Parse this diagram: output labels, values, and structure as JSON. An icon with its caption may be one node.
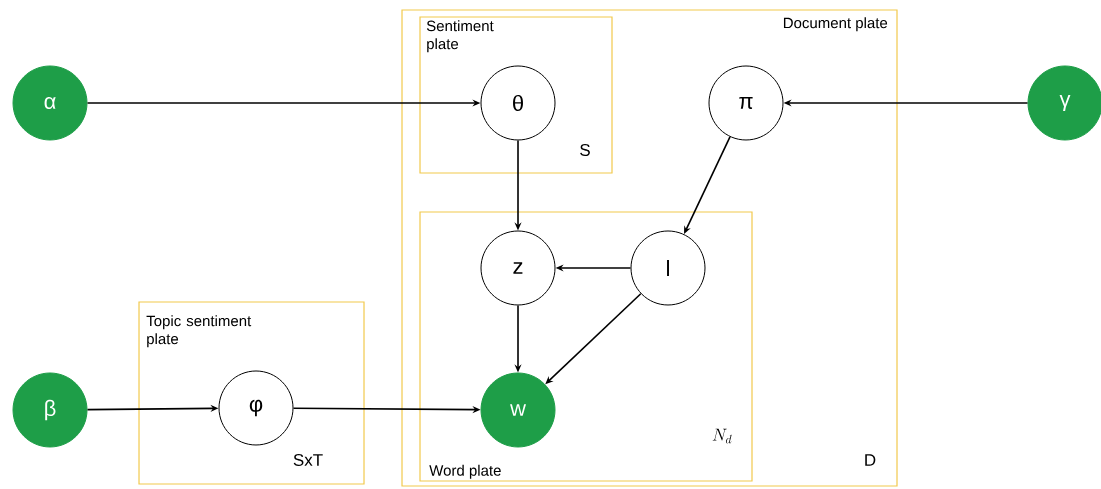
{
  "diagram": {
    "nodes": [
      {
        "text": [
          "Document plate",
          "D"
        ]
      },
      {
        "text": [
          "Sentiment plate",
          "S"
        ],
        "in": 0
      },
      {
        "text": [
          "Word plate",
          "N_d"
        ],
        "in": 0
      },
      {
        "text": [
          "Topic sentiment plate",
          "SxT"
        ]
      },
      {
        "text": [
          "α"
        ]
      },
      {
        "text": [
          "θ"
        ],
        "in": 1
      },
      {
        "text": [
          "π"
        ],
        "in": 0
      },
      {
        "text": [
          "γ"
        ]
      },
      {
        "text": [
          "z"
        ],
        "in": 2
      },
      {
        "text": [
          "l"
        ],
        "in": 2
      },
      {
        "text": [
          "β"
        ]
      },
      {
        "text": [
          "φ"
        ],
        "in": 3
      },
      {
        "text": [
          "w"
        ],
        "in": 2
      }
    ],
    "edges": [
      {
        "from": 4,
        "to": 5,
        "arrow": "to"
      },
      {
        "from": 7,
        "to": 6,
        "arrow": "to"
      },
      {
        "from": 5,
        "to": 8,
        "arrow": "to"
      },
      {
        "from": 6,
        "to": 9,
        "arrow": "to"
      },
      {
        "from": 9,
        "to": 8,
        "arrow": "to"
      },
      {
        "from": 8,
        "to": 12,
        "arrow": "to"
      },
      {
        "from": 9,
        "to": 12,
        "arrow": "to"
      },
      {
        "from": 10,
        "to": 11,
        "arrow": "to"
      },
      {
        "from": 11,
        "to": 12,
        "arrow": "to"
      }
    ]
  }
}
